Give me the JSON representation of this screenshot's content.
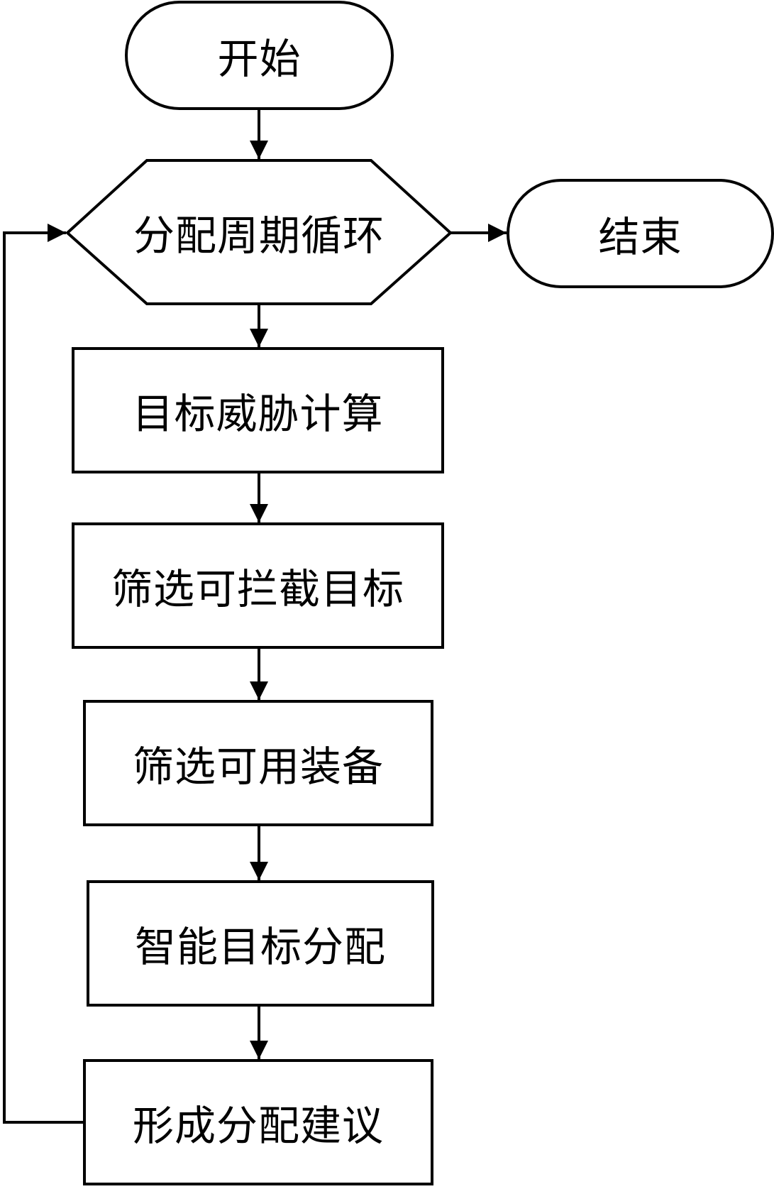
{
  "colors": {
    "stroke": "#000000",
    "background": "#ffffff",
    "text": "#000000"
  },
  "nodes": {
    "start": {
      "label": "开始",
      "shape": "terminator"
    },
    "loop": {
      "label": "分配周期循环",
      "shape": "loop-hexagon"
    },
    "end": {
      "label": "结束",
      "shape": "terminator"
    },
    "threat": {
      "label": "目标威胁计算",
      "shape": "process"
    },
    "filter_targets": {
      "label": "筛选可拦截目标",
      "shape": "process"
    },
    "filter_equipment": {
      "label": "筛选可用装备",
      "shape": "process"
    },
    "allocate": {
      "label": "智能目标分配",
      "shape": "process"
    },
    "advice": {
      "label": "形成分配建议",
      "shape": "process"
    }
  },
  "edges": [
    {
      "from": "start",
      "to": "loop"
    },
    {
      "from": "loop",
      "to": "end"
    },
    {
      "from": "loop",
      "to": "threat"
    },
    {
      "from": "threat",
      "to": "filter_targets"
    },
    {
      "from": "filter_targets",
      "to": "filter_equipment"
    },
    {
      "from": "filter_equipment",
      "to": "allocate"
    },
    {
      "from": "allocate",
      "to": "advice"
    },
    {
      "from": "advice",
      "to": "loop"
    }
  ]
}
